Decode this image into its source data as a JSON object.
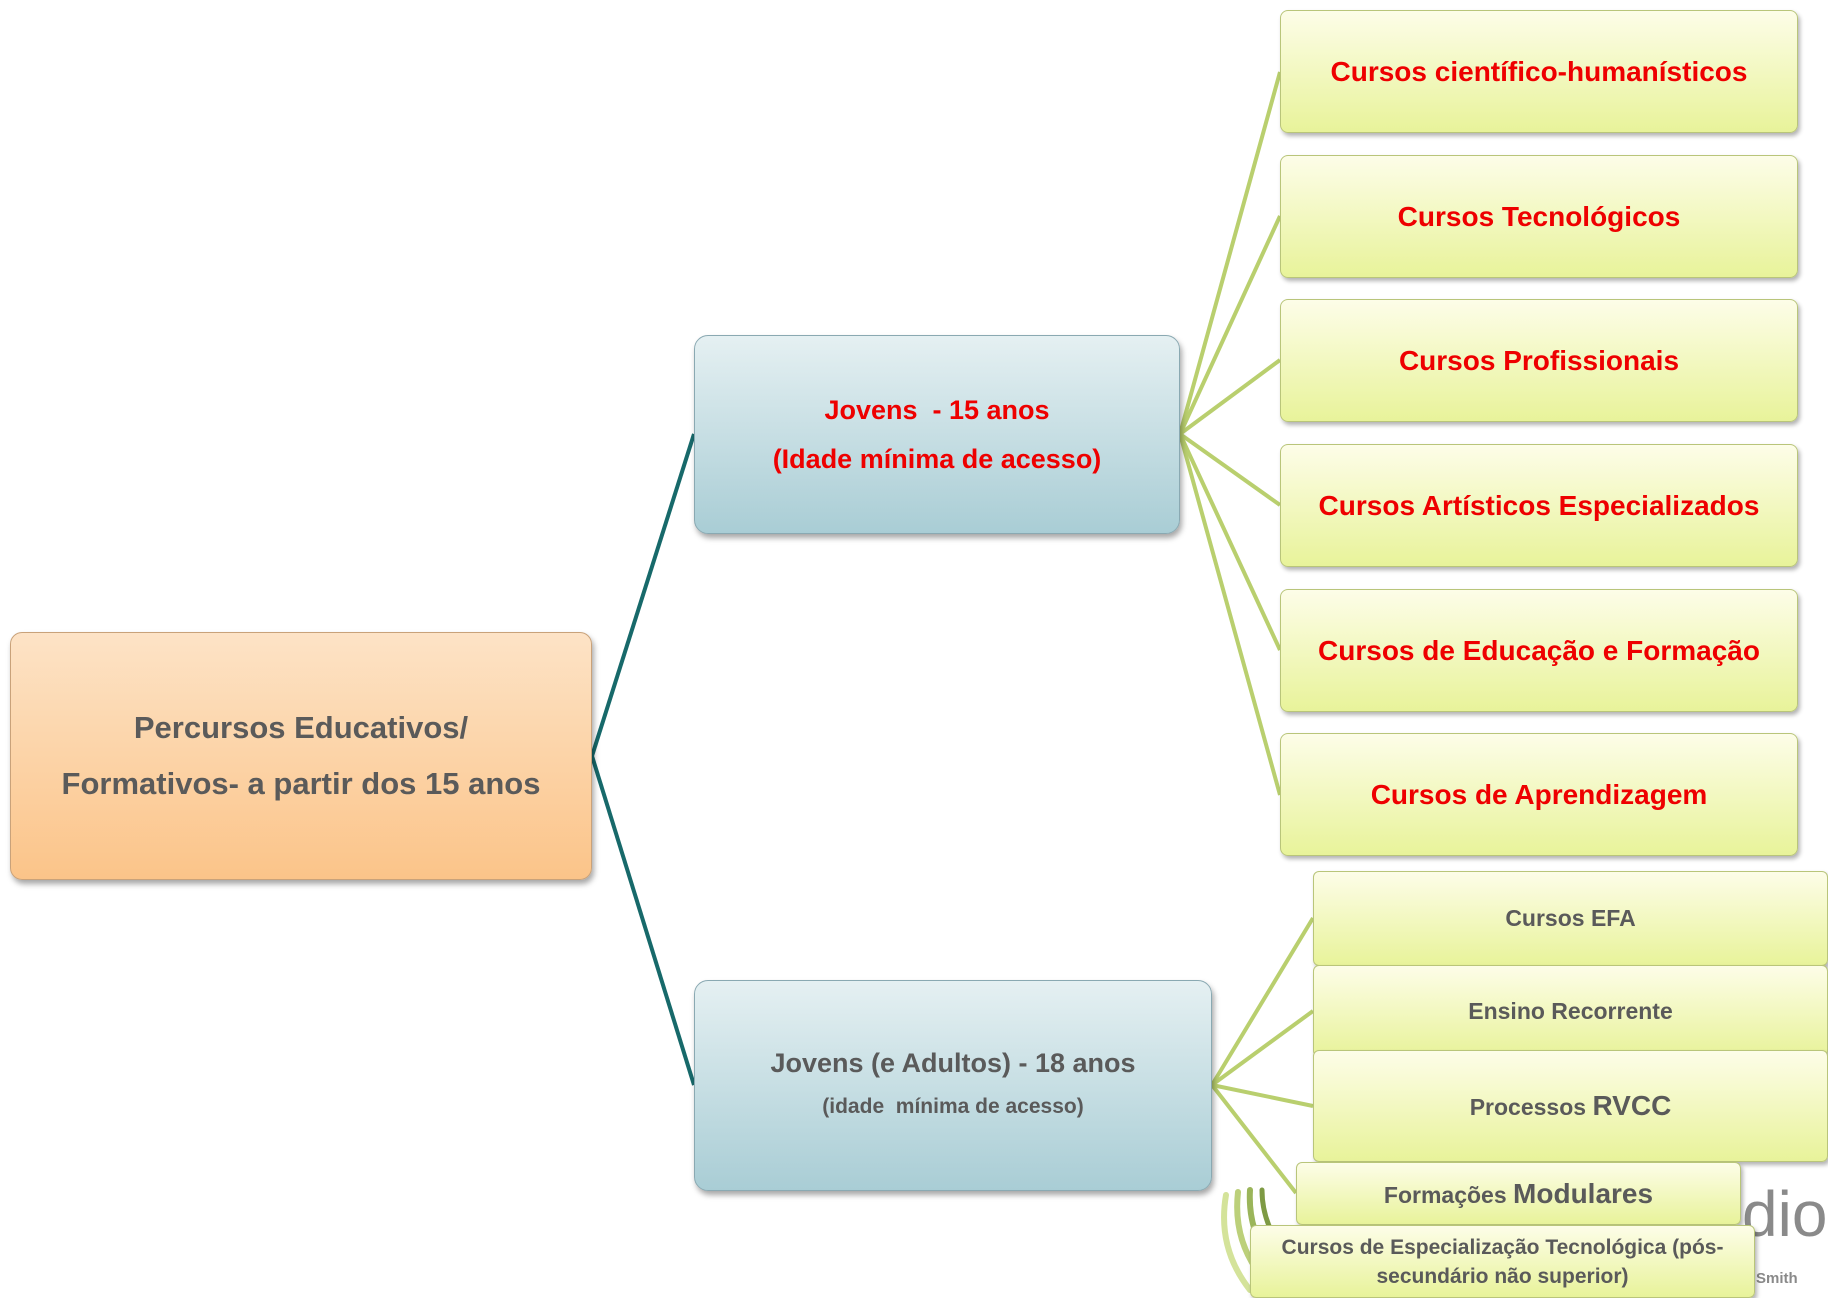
{
  "root": {
    "line1": "Percursos Educativos/",
    "line2": "Formativos- a partir dos 15 anos"
  },
  "branch_a": {
    "line1": "Jovens  - 15 anos",
    "line2": "(Idade mínima de acesso)",
    "items": [
      "Cursos científico-humanísticos",
      "Cursos Tecnológicos",
      "Cursos Profissionais",
      "Cursos Artísticos Especializados",
      "Cursos de Educação e Formação",
      "Cursos de Aprendizagem"
    ]
  },
  "branch_b": {
    "line1": "Jovens (e Adultos) - 18 anos",
    "line2": "(idade  mínima de acesso)",
    "items": [
      {
        "text": "Cursos EFA"
      },
      {
        "text": "Ensino Recorrente"
      },
      {
        "prefix": "Processos ",
        "emph": "RVCC"
      },
      {
        "prefix": "Formações ",
        "emph": "Modulares"
      },
      {
        "line1": "Cursos de Especialização Tecnológica (pós-",
        "line2": "secundário não superior)"
      }
    ]
  },
  "logo": {
    "fragment": "dio",
    "sub": "Smith"
  },
  "colors": {
    "root_connector": "#17696a",
    "leaf_connector": "#b9cf6e",
    "highlight_text": "#ee0000",
    "body_text": "#5a5a5a"
  }
}
